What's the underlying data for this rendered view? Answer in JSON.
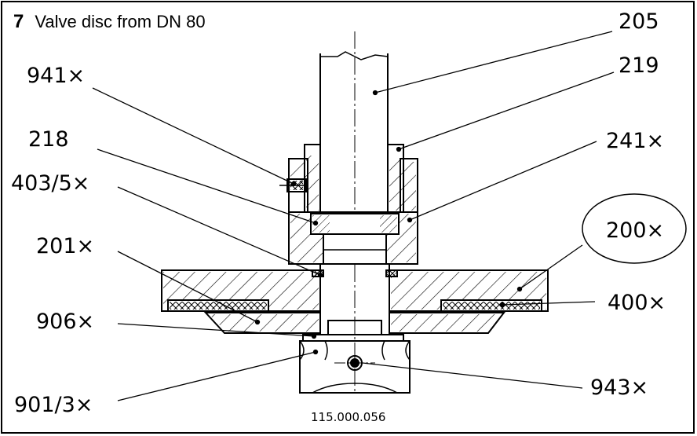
{
  "figure": {
    "number": "7",
    "title": "Valve disc from DN 80",
    "drawing_number": "115.000.056"
  },
  "labels": {
    "l205": "205",
    "l219": "219",
    "l941": "941×",
    "l218": "218",
    "l241": "241×",
    "l403": "403/5×",
    "l200": "200×",
    "l201": "201×",
    "l400": "400×",
    "l906": "906×",
    "l901": "901/3×",
    "l943": "943×"
  },
  "colors": {
    "line": "#000000",
    "background": "#ffffff"
  }
}
